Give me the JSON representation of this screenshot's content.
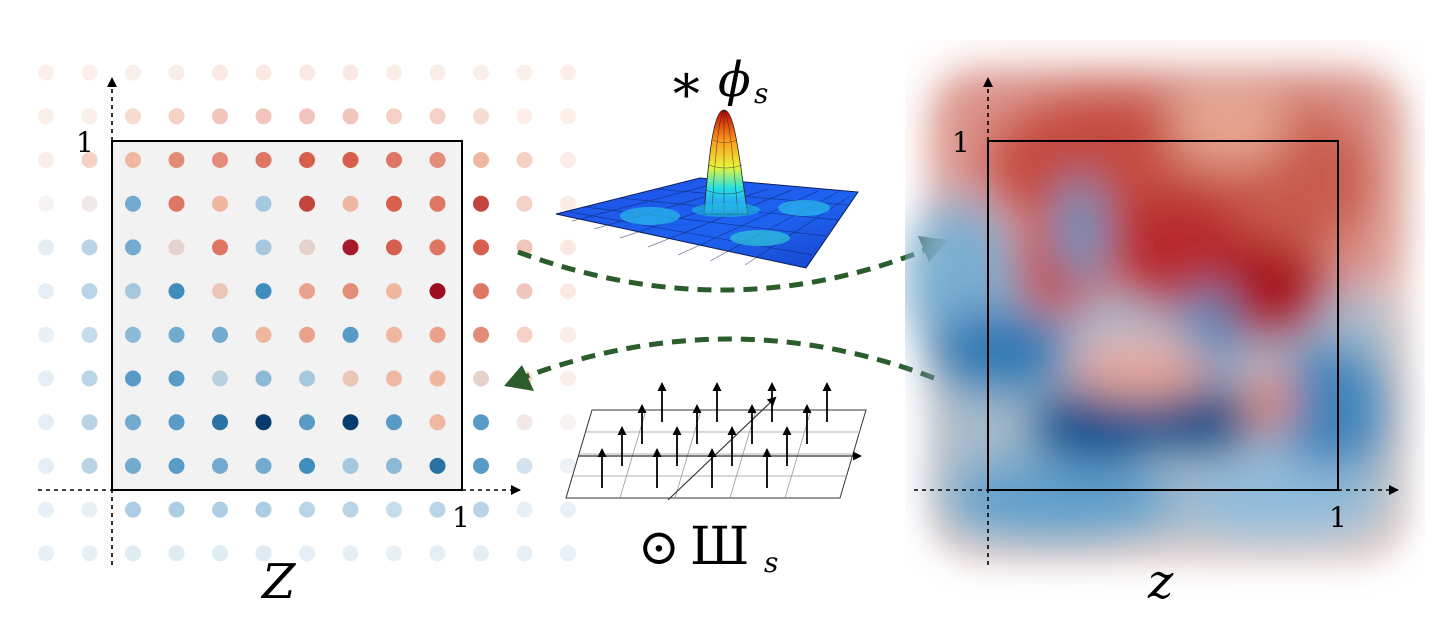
{
  "left_panel": {
    "label": "Z",
    "tick_x": "1",
    "tick_y": "1",
    "grid_values": [
      [
        0.3,
        0.5,
        0.5,
        0.6,
        0.7,
        0.7,
        0.6,
        0.5,
        0.3
      ],
      [
        -0.5,
        0.6,
        0.3,
        -0.3,
        0.8,
        0.3,
        0.7,
        0.6,
        0.8
      ],
      [
        -0.5,
        0.1,
        0.6,
        -0.3,
        0.1,
        0.95,
        0.7,
        0.6,
        0.7
      ],
      [
        -0.3,
        -0.7,
        0.2,
        -0.7,
        0.4,
        0.5,
        0.3,
        1.0,
        0.6
      ],
      [
        -0.4,
        -0.5,
        -0.5,
        0.3,
        0.4,
        -0.6,
        0.3,
        0.4,
        0.5
      ],
      [
        -0.6,
        -0.6,
        -0.2,
        -0.4,
        -0.3,
        0.2,
        0.3,
        0.3,
        0.1
      ],
      [
        -0.5,
        -0.6,
        -0.8,
        -1.0,
        -0.6,
        -1.0,
        -0.6,
        0.3,
        -0.6
      ],
      [
        -0.5,
        -0.6,
        -0.5,
        -0.5,
        -0.7,
        -0.3,
        -0.4,
        -0.8,
        -0.6
      ]
    ],
    "outer_values": {
      "top": [
        0.3,
        0.4,
        0.5,
        0.5,
        0.5,
        0.5,
        0.4,
        0.4,
        0.3
      ],
      "bottom": [
        -0.6,
        -0.6,
        -0.6,
        -0.6,
        -0.5,
        -0.5,
        -0.4,
        -0.5,
        -0.5
      ],
      "left": [
        0.4,
        0.1,
        -0.5,
        -0.5,
        -0.4,
        -0.5,
        -0.5,
        -0.5
      ],
      "right": [
        0.4,
        0.4,
        0.5,
        0.5,
        0.4,
        0.3,
        0.1,
        -0.3
      ]
    }
  },
  "top_operator": {
    "symbol": "∗",
    "phi": "ϕ",
    "subscript": "s"
  },
  "bottom_operator": {
    "symbol": "⊙",
    "sha": "Ш",
    "subscript": "s"
  },
  "right_panel": {
    "label": "z",
    "tick_x": "1",
    "tick_y": "1"
  },
  "colors": {
    "red_strong": "#9e0c24",
    "red_mid": "#d6604d",
    "red_light": "#f0b7a0",
    "neutral": "#e0e0e0",
    "blue_light": "#a6c8de",
    "blue_mid": "#3f8cbf",
    "blue_strong": "#073b6d",
    "arrow_green": "#2b5c2b",
    "panel_fill": "#f2f2f2"
  }
}
